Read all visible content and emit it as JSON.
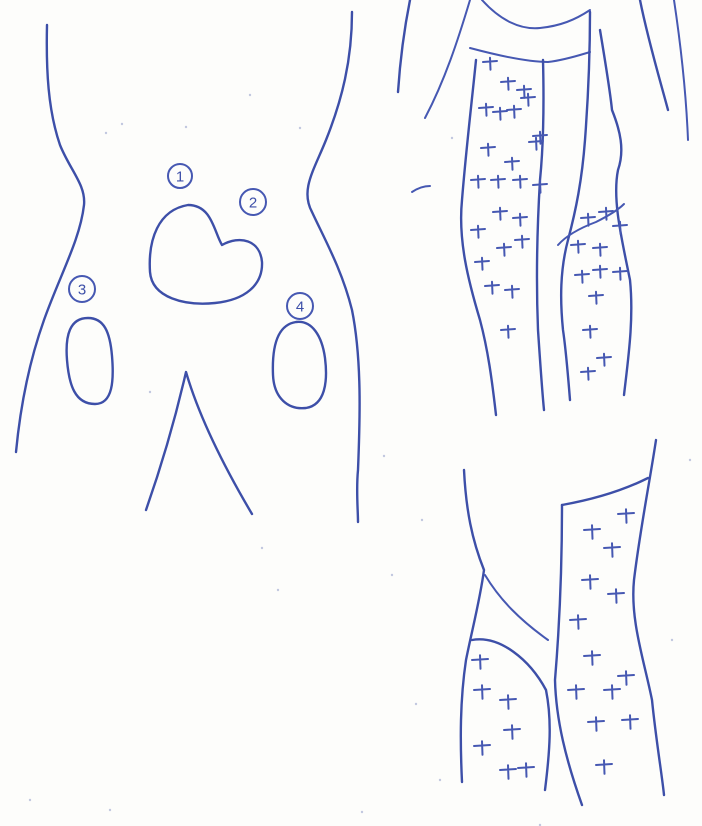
{
  "ink_color": "#3d4fa8",
  "paper_color": "#fdfdfb",
  "hip_sketch": {
    "region_labels": [
      "1",
      "2",
      "3",
      "4"
    ]
  },
  "marker_symbol": "+"
}
